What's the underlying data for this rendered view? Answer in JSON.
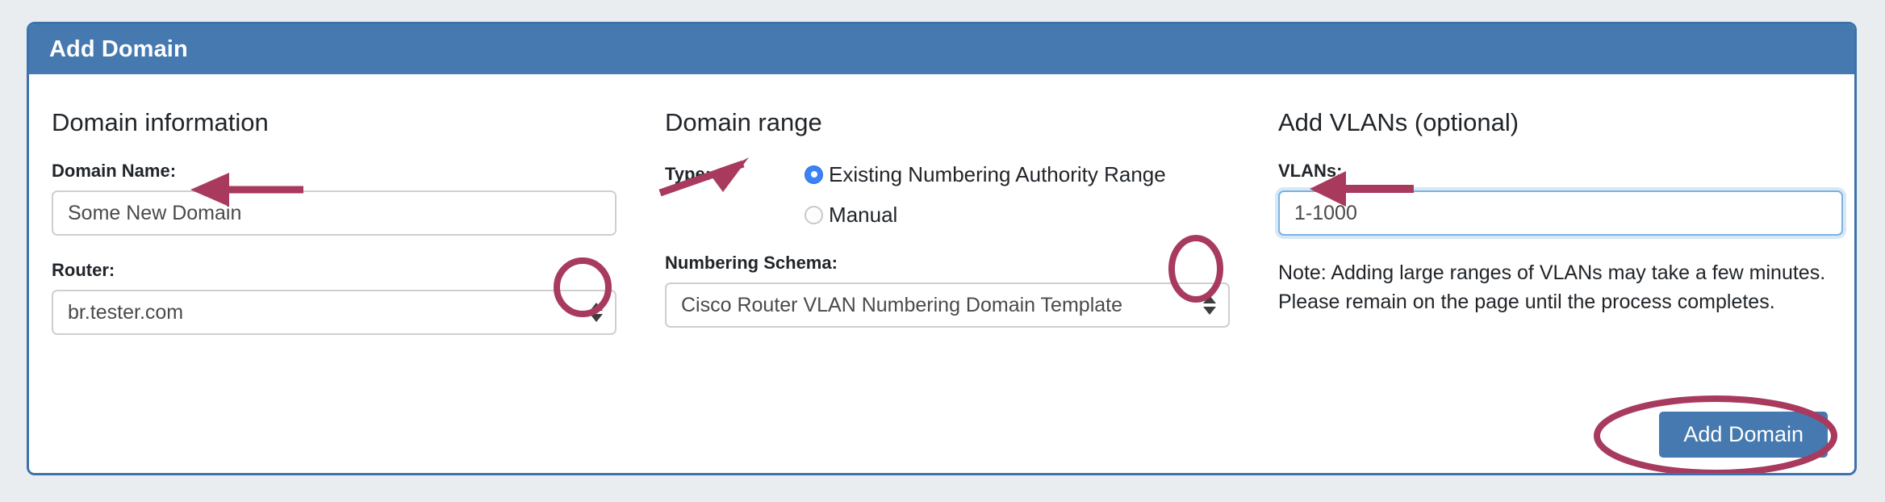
{
  "panel": {
    "title": "Add Domain"
  },
  "columns": {
    "domain_information": {
      "heading": "Domain information",
      "domain_name": {
        "label": "Domain Name:",
        "value": "Some New Domain",
        "placeholder": ""
      },
      "router": {
        "label": "Router:",
        "value": "br.tester.com",
        "icon": "stepper-updown-icon"
      }
    },
    "domain_range": {
      "heading": "Domain range",
      "type": {
        "label": "Type:",
        "options": [
          {
            "label": "Existing Numbering Authority Range",
            "selected": true
          },
          {
            "label": "Manual",
            "selected": false
          }
        ]
      },
      "numbering_schema": {
        "label": "Numbering Schema:",
        "value": "Cisco Router VLAN Numbering Domain Template",
        "icon": "stepper-updown-icon"
      }
    },
    "add_vlans": {
      "heading": "Add VLANs (optional)",
      "vlans": {
        "label": "VLANs:",
        "value": "1-1000",
        "placeholder": "",
        "focused": true
      },
      "note": "Note: Adding large ranges of VLANs may take a few minutes. Please remain on the page until the process completes."
    }
  },
  "actions": {
    "add_domain_label": "Add Domain"
  },
  "annotations": {
    "color": "#a83a5e",
    "items": [
      {
        "name": "arrow-to-domain-name-input",
        "kind": "arrow"
      },
      {
        "name": "ellipse-on-router-stepper",
        "kind": "ellipse"
      },
      {
        "name": "arrow-to-type-radio",
        "kind": "arrow"
      },
      {
        "name": "ellipse-on-numbering-schema-stepper",
        "kind": "ellipse"
      },
      {
        "name": "arrow-to-vlans-input",
        "kind": "arrow"
      },
      {
        "name": "ellipse-on-add-domain-button",
        "kind": "ellipse"
      }
    ]
  },
  "colors": {
    "header_blue": "#4579b0",
    "panel_border": "#3c72ab",
    "page_background": "#eaedf0",
    "radio_selected": "#3b82f6",
    "focus_border": "#7cb2e0",
    "annotation_crimson": "#a83a5e"
  }
}
